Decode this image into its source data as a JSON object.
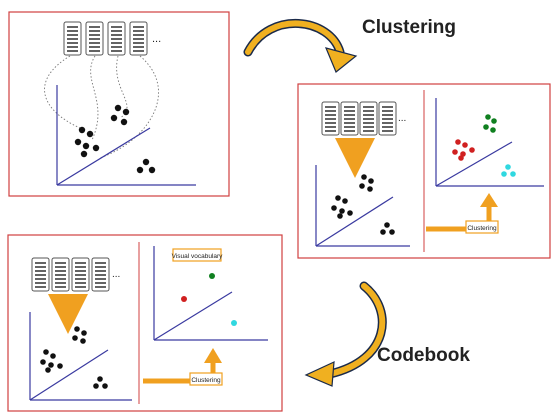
{
  "labels": {
    "clustering_title": "Clustering",
    "codebook_title": "Codebook",
    "clustering_box": "Clustering",
    "clustering_box_bottom": "Clustering",
    "visual_vocabulary": "Visual vocabulary",
    "ellipsis": "..."
  },
  "colors": {
    "frame": "#d04040",
    "axis": "#3a3aa0",
    "arrow_orange": "#f0a020",
    "arrow_dark": "#1a2a4a",
    "arrow_yellow": "#f0b020",
    "cluster_red": "#d02020",
    "cluster_green": "#108020",
    "cluster_cyan": "#30d8e0",
    "point": "#111111"
  },
  "icons": {
    "document": "document-icon",
    "curved_arrow": "curved-arrow-icon"
  }
}
